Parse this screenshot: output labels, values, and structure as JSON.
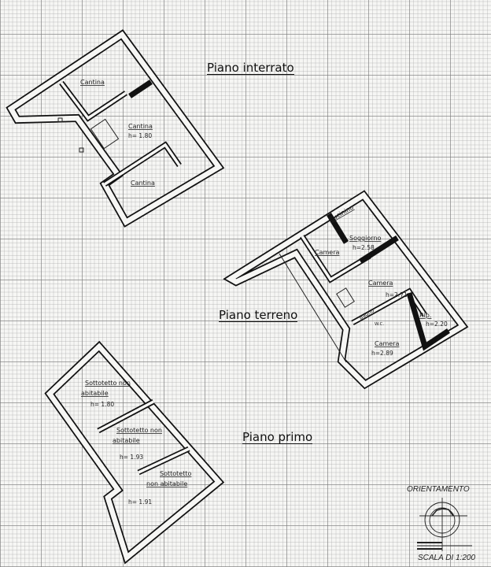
{
  "titles": {
    "basement": "Piano interrato",
    "ground": "Piano terreno",
    "first": "Piano primo"
  },
  "basement": {
    "rooms": [
      {
        "name": "Cantina"
      },
      {
        "name": "Cantina",
        "height": "h= 1.80"
      },
      {
        "name": "Cantina"
      }
    ]
  },
  "ground": {
    "rooms": [
      {
        "name": "Cucinino"
      },
      {
        "name": "Soggiorno",
        "height": "h=2.58"
      },
      {
        "name": "Camera"
      },
      {
        "name": "Camera",
        "height": "h=2.71"
      },
      {
        "name": "Bagno"
      },
      {
        "name": "W.C."
      },
      {
        "name": "Rip.",
        "height": "h=2.20"
      },
      {
        "name": "Camera",
        "height": "h=2.89"
      }
    ]
  },
  "first": {
    "rooms": [
      {
        "name1": "Sottotetto non",
        "name2": "abitabile",
        "height": "h= 1.80"
      },
      {
        "name1": "Sottotetto non",
        "name2": "abitabile",
        "height": "h= 1.93"
      },
      {
        "name1": "Sottotetto",
        "name2": "non abitabile",
        "height": "h= 1.91"
      }
    ]
  },
  "legend": {
    "orientation": "ORIENTAMENTO",
    "scale": "SCALA DI 1:200"
  }
}
